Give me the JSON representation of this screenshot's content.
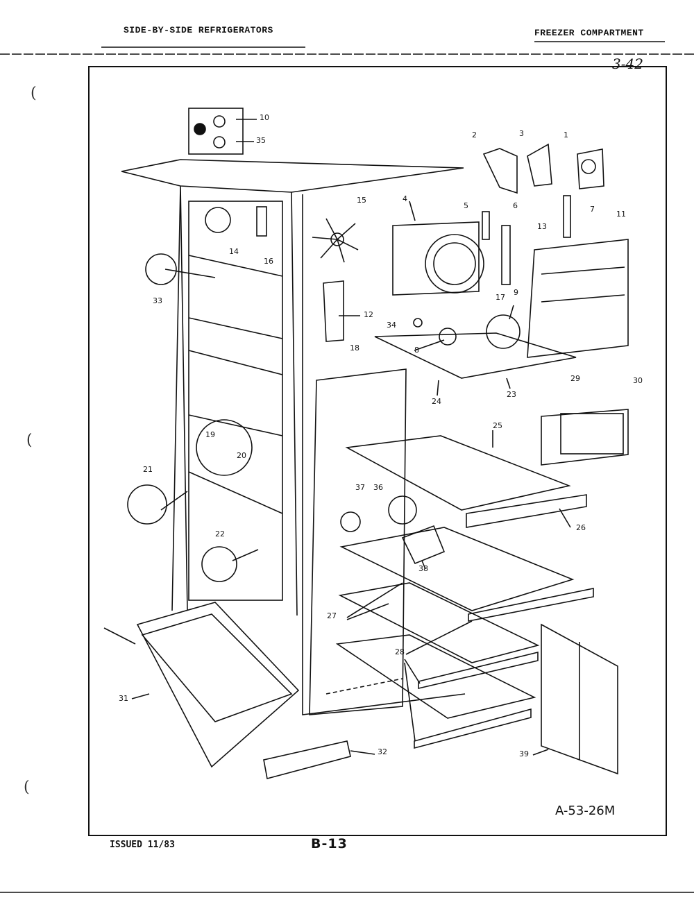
{
  "header": {
    "left_title": "SIDE-BY-SIDE REFRIGERATORS",
    "right_title": "FREEZER COMPARTMENT",
    "page_ref": "3-42"
  },
  "footer": {
    "issued": "ISSUED 11/83",
    "page_number": "B-13",
    "drawing_code": "A-53-26M"
  },
  "callouts": [
    "1",
    "2",
    "3",
    "4",
    "5",
    "6",
    "7",
    "8",
    "9",
    "10",
    "11",
    "12",
    "13",
    "14",
    "15",
    "16",
    "17",
    "18",
    "19",
    "20",
    "21",
    "22",
    "23",
    "24",
    "25",
    "26",
    "27",
    "28",
    "29",
    "30",
    "31",
    "32",
    "33",
    "34",
    "35",
    "36",
    "37",
    "38",
    "39"
  ]
}
